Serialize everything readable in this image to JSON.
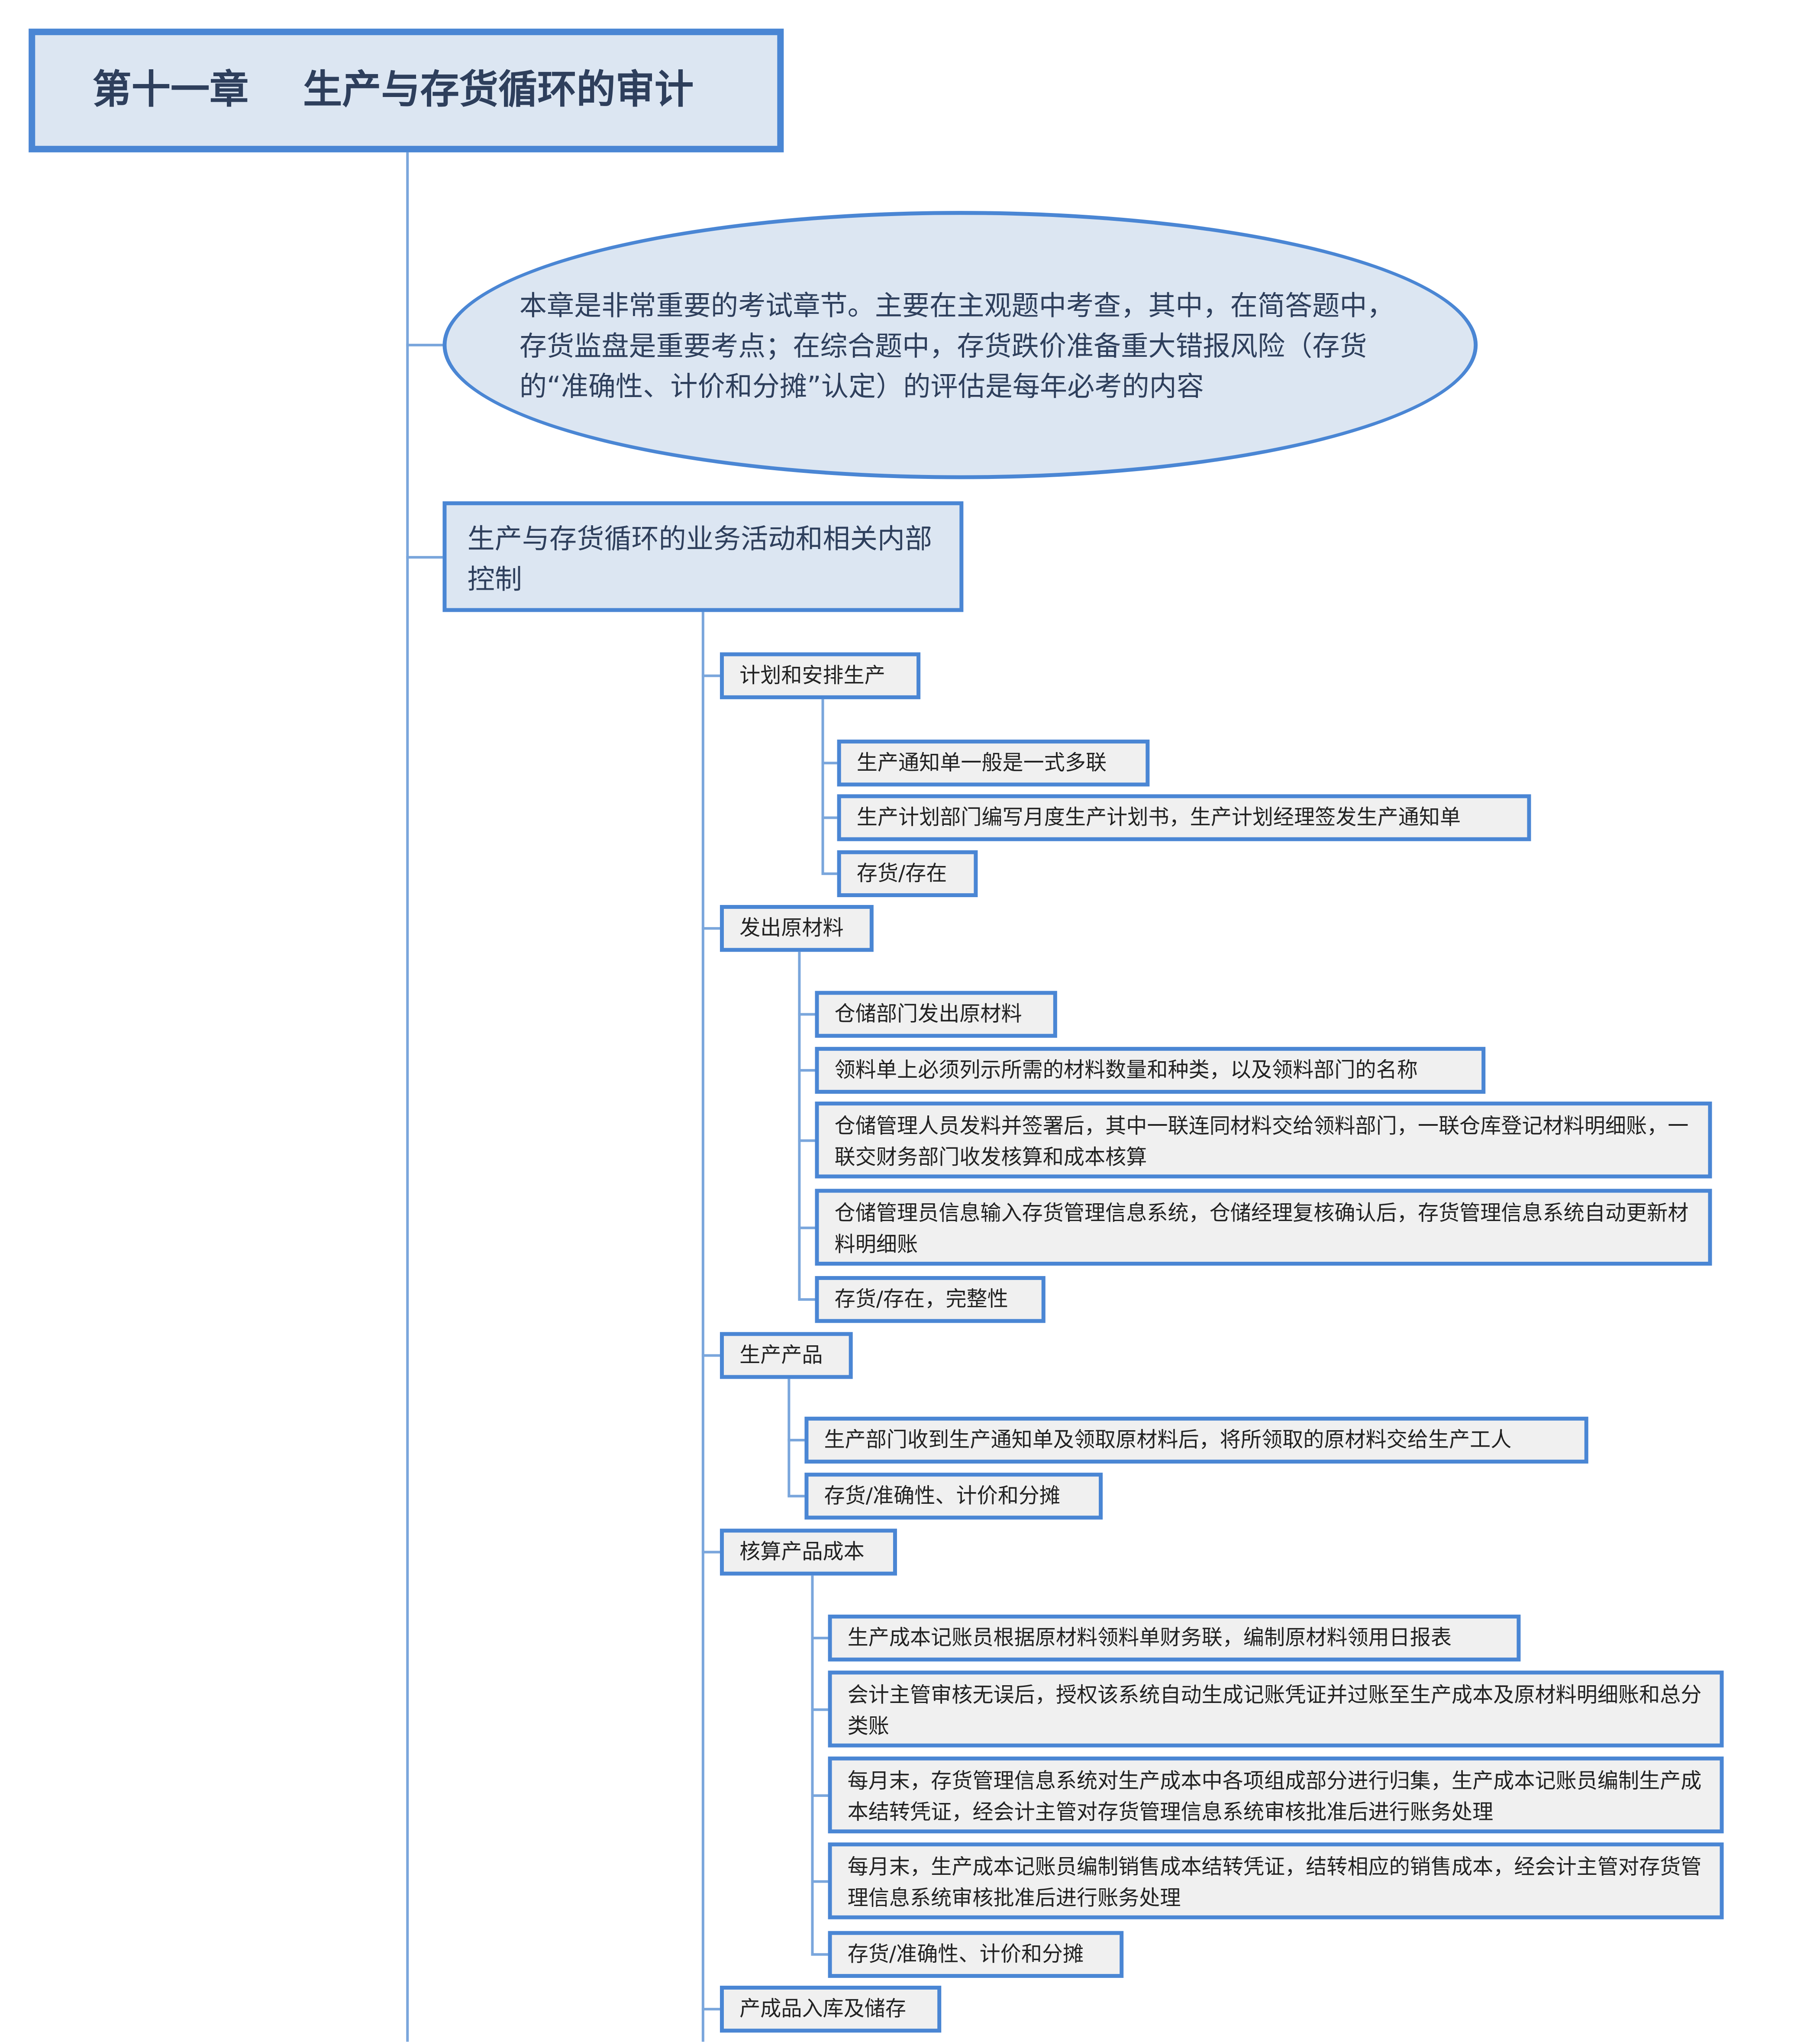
{
  "title": "第十一章    生产与存货循环的审计",
  "summary": "本章是非常重要的考试章节。主要在主观题中考查，其中，在简答题中，存货监盘是重要考点；在综合题中，存货跌价准备重大错报风险（存货的“准确性、计价和分摊”认定）的评估是每年必考的内容",
  "section": "生产与存货循环的业务活动和相关内部控制",
  "activities": [
    {
      "label": "计划和安排生产",
      "items": [
        "生产通知单一般是一式多联",
        "生产计划部门编写月度生产计划书，生产计划经理签发生产通知单",
        "存货/存在"
      ]
    },
    {
      "label": "发出原材料",
      "items": [
        "仓储部门发出原材料",
        "领料单上必须列示所需的材料数量和种类，以及领料部门的名称",
        "仓储管理人员发料并签署后，其中一联连同材料交给领料部门，一联仓库登记材料明细账，一联交财务部门收发核算和成本核算",
        "仓储管理员信息输入存货管理信息系统，仓储经理复核确认后，存货管理信息系统自动更新材料明细账",
        "存货/存在，完整性"
      ]
    },
    {
      "label": "生产产品",
      "items": [
        "生产部门收到生产通知单及领取原材料后，将所领取的原材料交给生产工人",
        "存货/准确性、计价和分摊"
      ]
    },
    {
      "label": "核算产品成本",
      "items": [
        "生产成本记账员根据原材料领料单财务联，编制原材料领用日报表",
        "会计主管审核无误后，授权该系统自动生成记账凭证并过账至生产成本及原材料明细账和总分类账",
        "每月末，存货管理信息系统对生产成本中各项组成部分进行归集，生产成本记账员编制生产成本结转凭证，经会计主管对存货管理信息系统审核批准后进行账务处理",
        "每月末，生产成本记账员编制销售成本结转凭证，结转相应的销售成本，经会计主管对存货管理信息系统审核批准后进行账务处理",
        "存货/准确性、计价和分摊"
      ]
    },
    {
      "label": "产成品入库及储存",
      "items": []
    }
  ],
  "colors": {
    "border": "#4a86d4",
    "header_fill": "#dce6f2",
    "node_fill": "#f0f0f0",
    "connector": "#7aa6dc"
  }
}
